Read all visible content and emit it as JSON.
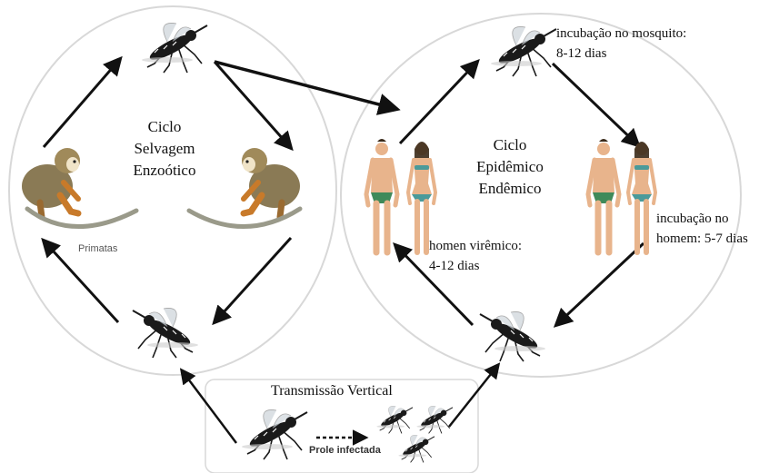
{
  "sylvatic_cycle": {
    "title_line1": "Ciclo",
    "title_line2": "Selvagem",
    "title_line3": "Enzoótico",
    "host_label": "Primatas"
  },
  "urban_cycle": {
    "title_line1": "Ciclo",
    "title_line2": "Epidêmico",
    "title_line3": "Endêmico"
  },
  "notes": {
    "mosquito_incubation_line1": "incubação no mosquito:",
    "mosquito_incubation_line2": "8-12 dias",
    "human_viremic_line1": "homen virêmico:",
    "human_viremic_line2": "4-12 dias",
    "human_incubation_line1": "incubação no",
    "human_incubation_line2": "homem: 5-7 dias"
  },
  "vertical_transmission": {
    "title": "Transmissão Vertical",
    "offspring_label": "Prole infectada"
  },
  "colors": {
    "ellipse_stroke": "#d8d8d8",
    "arrow": "#111111",
    "mosquito": "#1a1a1a",
    "monkey_fur": "#8a7a55",
    "skin": "#e8b48c",
    "swimwear": "#3f8a5a"
  }
}
